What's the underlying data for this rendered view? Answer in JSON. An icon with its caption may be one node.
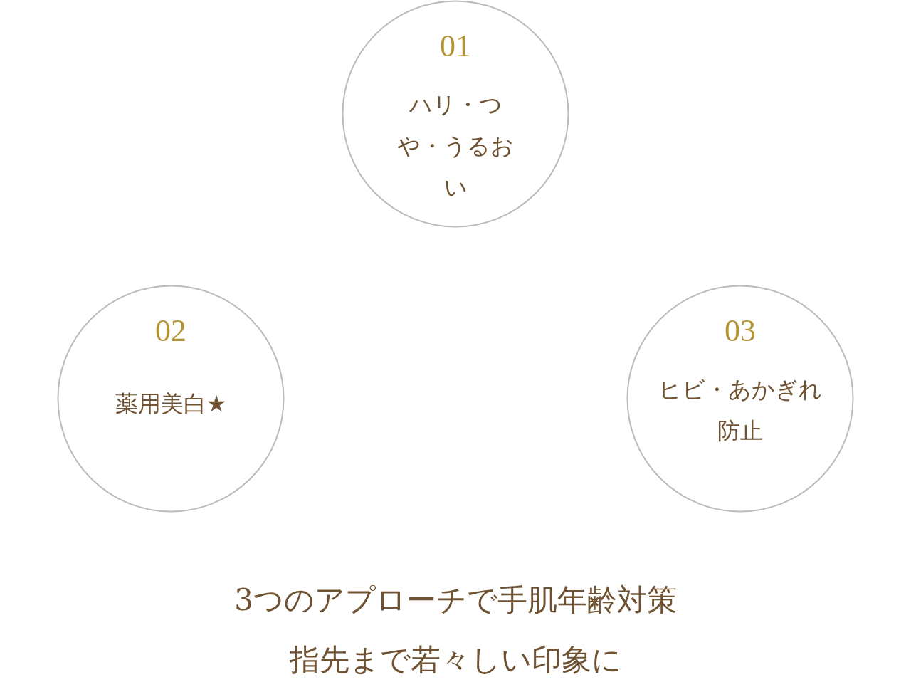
{
  "diagram": {
    "nodes": [
      {
        "text": [
          "01",
          "ハリ・つや・うるおい"
        ]
      },
      {
        "text": [
          "02",
          "薬用美白★"
        ]
      },
      {
        "text": [
          "03",
          "ヒビ・あかぎれ防止"
        ]
      }
    ],
    "labels": [
      "3つのアプローチで手肌年齢対策",
      "指先まで若々しい印象に"
    ]
  }
}
